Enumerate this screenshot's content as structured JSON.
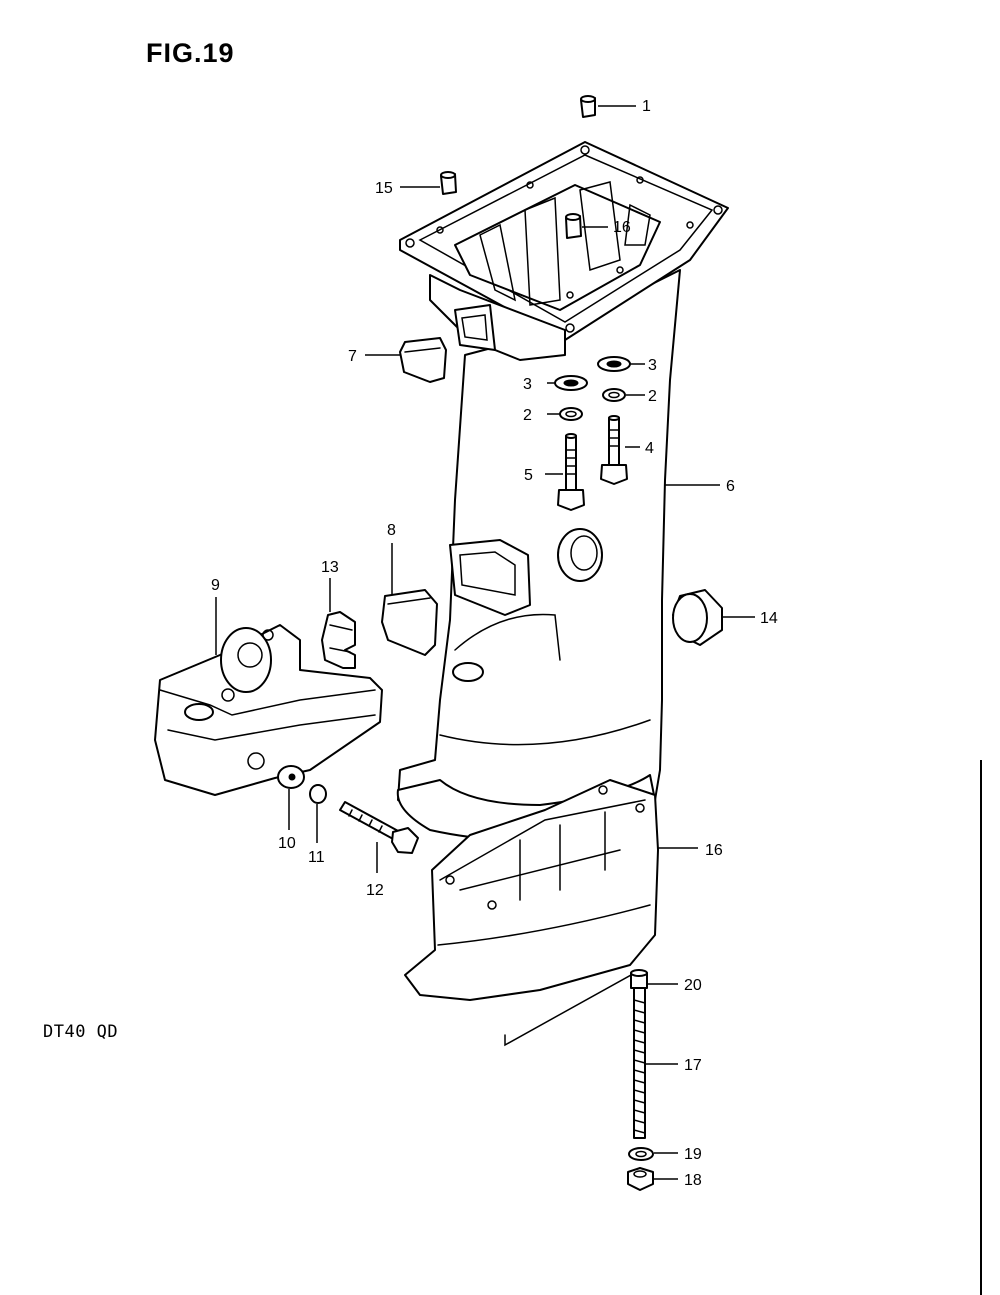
{
  "figure": {
    "title": "FIG.19",
    "model": "DT40  QD"
  },
  "callouts": {
    "c1": "1",
    "c2a": "2",
    "c2b": "2",
    "c3a": "3",
    "c3b": "3",
    "c4": "4",
    "c5": "5",
    "c6": "6",
    "c7": "7",
    "c8": "8",
    "c9": "9",
    "c10": "10",
    "c11": "11",
    "c12": "12",
    "c13": "13",
    "c14": "14",
    "c15": "15",
    "c16a": "16",
    "c16b": "16",
    "c17": "17",
    "c18": "18",
    "c19": "19",
    "c20": "20"
  }
}
